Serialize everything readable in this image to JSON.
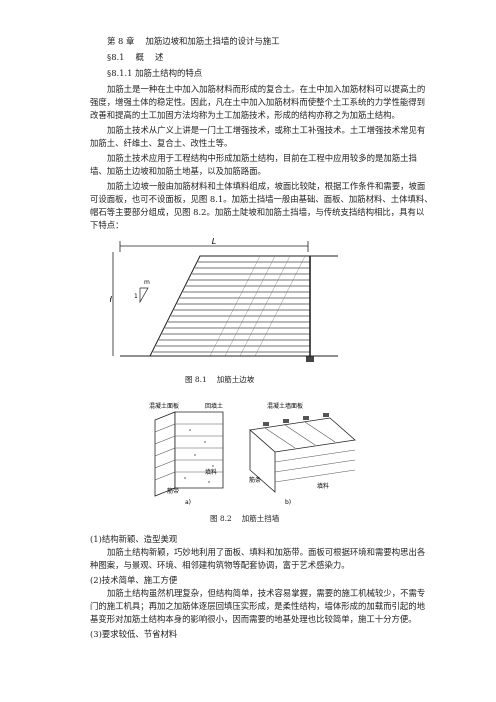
{
  "chapter": {
    "title": "第 8 章　 加筋边坡和加筋土挡墙的设计与施工"
  },
  "section": {
    "title": "§8.1　 概　 述"
  },
  "subsection": {
    "title": "§8.1.1 加筋土结构的特点"
  },
  "paragraphs": [
    [
      "加筋土是一种在土中加入加筋材料而形成的复合土。在土中加入加筋材料可以提高土的",
      "强度，增强土体的稳定性。因此，凡在土中加入加筋材料而使整个土工系统的力学性能得到",
      "改善和提高的土工加固方法均称为土工加筋技术，形成的结构亦称之为加筋土结构。"
    ],
    [
      "加筋土技术从广义上讲是一门土工增强技术，或称土工补强技术。土工增强技术常见有",
      "加筋土、纤维土、复合土、改性土等。"
    ],
    [
      "加筋土技术应用于工程结构中形成加筋土结构，目前在工程中应用较多的是加筋土挡",
      "墙、加筋土边坡和加筋土地基，以及加筋路面。"
    ],
    [
      "加筋土边坡一般由加筋材料和土体填料组成，坡面比较陡，根据工作条件和需要，坡面",
      "可设面板，也可不设面板，见图 8.1。加筋土挡墙一般由基础、面板、加筋材料、土体填料、",
      "帽石等主要部分组成，见图 8.2。加筋土陡坡和加筋土挡墙，与传统支挡结构相比，具有以",
      "下特点："
    ]
  ],
  "figure1": {
    "label_L": "L",
    "label_H": "H",
    "label_m": "m",
    "label_1": "1",
    "caption": "图 8.1　 加筋土边坡"
  },
  "figure2": {
    "label_panel_a": "混凝土面板",
    "label_backfill": "回填土",
    "label_panel_b": "混凝土墙面板",
    "label_strip_a": "筋带",
    "label_fill_a": "填料",
    "label_strip_b": "筋条",
    "label_fill_b": "填料",
    "label_a": "a)",
    "label_b": "b)",
    "caption": "图 8.2　 加筋土挡墙"
  },
  "features": [
    {
      "title": "(1)结构新颖、造型美观",
      "lines": [
        "加筋土结构新颖，巧妙地利用了面板、填料和加筋带。面板可根据环境和需要构思出各",
        "种图案，与景观、环境、相邻建构筑物等配套协调，富于艺术感染力。"
      ]
    },
    {
      "title": "(2)技术简单、施工方便",
      "lines": [
        "加筋土结构虽然机理复杂，但结构简单，技术容易掌握，需要的施工机械较少，不需专",
        "门的施工机具；再加之加筋体逐层回填压实形成，是柔性结构，墙体形成的加载而引起的地",
        "基变形对加筋土结构本身的影响很小，因而需要的地基处理也比较简单，施工十分方便。"
      ]
    },
    {
      "title": "(3)要求较低、节省材料",
      "lines": []
    }
  ]
}
